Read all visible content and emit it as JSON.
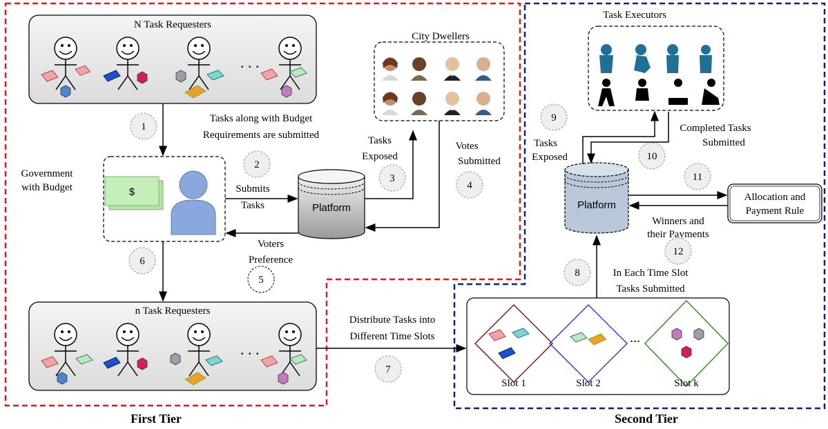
{
  "tiers": {
    "first": "First Tier",
    "second": "Second Tier"
  },
  "groups": {
    "n_requesters_top": "N Task Requesters",
    "n_requesters_bottom": "n Task Requesters",
    "city_dwellers": "City Dwellers",
    "task_executors": "Task Executors",
    "government": [
      "Government",
      "with Budget"
    ],
    "dots": ". . .",
    "slot_dots": "..."
  },
  "nodes": {
    "platform_left": "Platform",
    "platform_right": "Platform",
    "allocation": [
      "Allocation and",
      "Payment Rule"
    ],
    "currency": "$"
  },
  "slots": [
    "Slot 1",
    "Slot 2",
    "Slot k"
  ],
  "edge_labels": {
    "e1": [
      "Tasks along with Budget",
      "Requirements are submitted"
    ],
    "e2": [
      "Submits",
      "Tasks"
    ],
    "e3": [
      "Tasks",
      "Exposed"
    ],
    "e4": [
      "Votes",
      "Submitted"
    ],
    "e5": [
      "Voters",
      "Preference"
    ],
    "e7": [
      "Distribute Tasks into",
      "Different Time Slots"
    ],
    "e8": [
      "In Each Time Slot",
      "Tasks Submitted"
    ],
    "e9": [
      "Tasks",
      "Exposed"
    ],
    "e10": [
      "Completed Tasks",
      "Submitted"
    ],
    "e12": [
      "Winners and",
      "their Payments"
    ]
  },
  "steps": [
    "1",
    "2",
    "3",
    "4",
    "5",
    "6",
    "7",
    "8",
    "9",
    "10",
    "11",
    "12"
  ],
  "colors": {
    "first_tier_border": "#e0191e",
    "second_tier_border": "#0a1e8c",
    "platform_fill": "#b9c8d8",
    "money": "#8fd18a",
    "person": "#8aa8dd",
    "executor": "#1f6f96",
    "slot1": "#7a1a1a",
    "slot2": "#2a45c8",
    "slotk": "#3c8a2a"
  }
}
